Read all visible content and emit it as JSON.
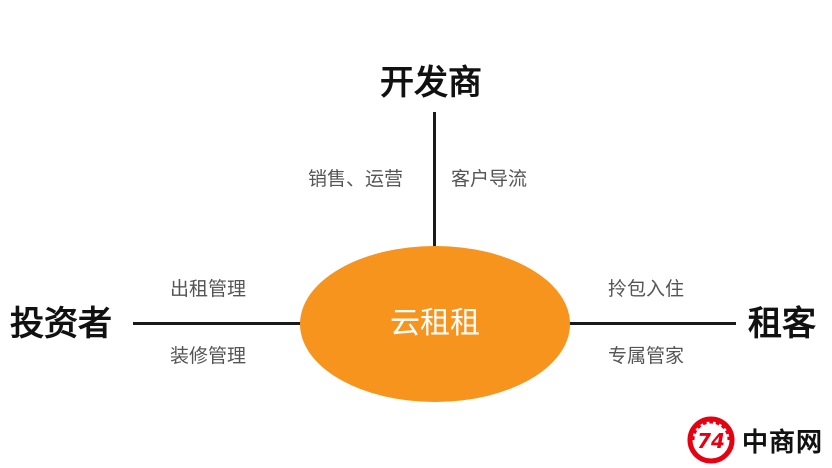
{
  "diagram": {
    "hub": {
      "label": "云租租"
    },
    "nodes": {
      "top": "开发商",
      "left": "投资者",
      "right": "租客"
    },
    "edge_labels": {
      "top_left": "销售、运营",
      "top_right": "客户导流",
      "left_upper": "出租管理",
      "left_lower": "装修管理",
      "right_upper": "拎包入住",
      "right_lower": "专属管家"
    },
    "colors": {
      "hub_fill": "#f7941d",
      "line": "#1a1a1a",
      "node_text": "#111111",
      "edge_label_text": "#555555",
      "logo_red": "#e60012"
    }
  },
  "watermark": {
    "logo_text": "中商网",
    "logo_mark": "74"
  }
}
